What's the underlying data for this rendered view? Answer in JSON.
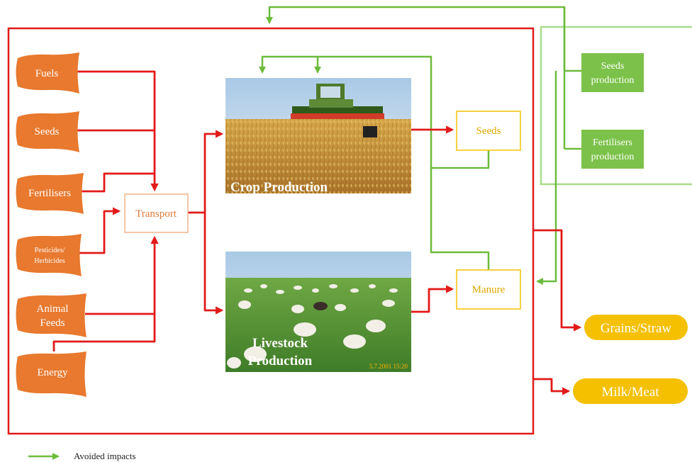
{
  "inputs": {
    "fuels": "Fuels",
    "seeds": "Seeds",
    "fertilisers": "Fertilisers",
    "pesticides_line1": "Pesticides/",
    "pesticides_line2": "Herbicides",
    "animal_feeds_line1": "Animal",
    "animal_feeds_line2": "Feeds",
    "energy": "Energy"
  },
  "transport": "Transport",
  "processes": {
    "crop": "Crop Production",
    "livestock_line1": "Livestock",
    "livestock_line2": "Production",
    "photo_timestamp": "5.7.2001 15:20"
  },
  "outputs": {
    "seeds": "Seeds",
    "manure": "Manure"
  },
  "avoided": {
    "seeds_line1": "Seeds",
    "seeds_line2": "production",
    "fertilisers_line1": "Fertilisers",
    "fertilisers_line2": "production"
  },
  "products": {
    "grains": "Grains/Straw",
    "milk": "Milk/Meat"
  },
  "legend": {
    "avoided_impacts": "Avoided impacts"
  },
  "colors": {
    "flow_red": "#e21a1a",
    "avoided_green": "#6cbb3c",
    "input_orange": "#e8792e",
    "output_yellow": "#f2c200",
    "product_yellow": "#f5c000",
    "green_box": "#7cc24a"
  }
}
